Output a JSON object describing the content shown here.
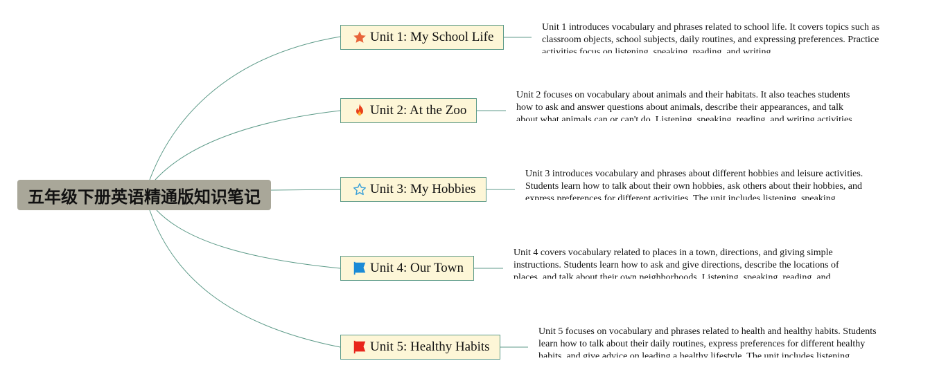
{
  "root": {
    "title": "五年级下册英语精通版知识笔记"
  },
  "units": [
    {
      "label": "Unit 1: My School Life",
      "icon": "star-icon",
      "description": "Unit 1 introduces vocabulary and phrases related to school life. It covers topics such as classroom objects, school subjects, daily routines, and expressing preferences. Practice activities focus on listening, speaking, reading, and writing."
    },
    {
      "label": "Unit 2: At the Zoo",
      "icon": "fire-icon",
      "description": "Unit 2 focuses on vocabulary about animals and their habitats. It also teaches students how to ask and answer questions about animals, describe their appearances, and talk about what animals can or can't do. Listening, speaking, reading, and writing activities are included."
    },
    {
      "label": "Unit 3: My Hobbies",
      "icon": "star-outline-icon",
      "description": "Unit 3 introduces vocabulary and phrases about different hobbies and leisure activities. Students learn how to talk about their own hobbies, ask others about their hobbies, and express preferences for different activities. The unit includes listening, speaking, reading, and writing exercises."
    },
    {
      "label": "Unit 4: Our Town",
      "icon": "blue-flag-icon",
      "description": "Unit 4 covers vocabulary related to places in a town, directions, and giving simple instructions. Students learn how to ask and give directions, describe the locations of places, and talk about their own neighborhoods. Listening, speaking, reading, and writing activities are provided to practice the new vocabulary and grammar structures."
    },
    {
      "label": "Unit 5: Healthy Habits",
      "icon": "red-flag-icon",
      "description": "Unit 5 focuses on vocabulary and phrases related to health and healthy habits. Students learn how to talk about their daily routines, express preferences for different healthy habits, and give advice on leading a healthy lifestyle. The unit includes listening, speaking, reading, and writing exercises to reinforce the language skills."
    }
  ],
  "colors": {
    "connector": "#5c9a88",
    "root_bg": "#a9a799",
    "topic_bg": "#fdf6d7",
    "topic_border": "#5c9a88"
  }
}
